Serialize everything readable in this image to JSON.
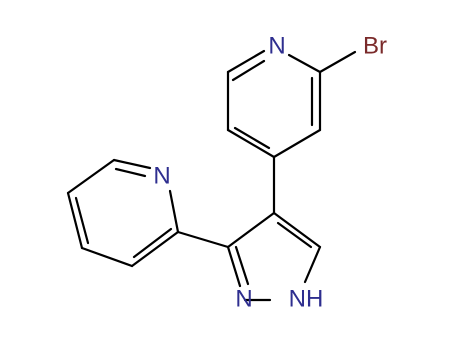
{
  "molecule": {
    "atoms": {
      "n_top": "N",
      "br": "Br",
      "n_left": "N",
      "n_pyrazole": "N",
      "nh": "NH"
    },
    "colors": {
      "nitrogen": "#2e2e8f",
      "bromine": "#7a2a2a",
      "bond": "#000000"
    }
  }
}
